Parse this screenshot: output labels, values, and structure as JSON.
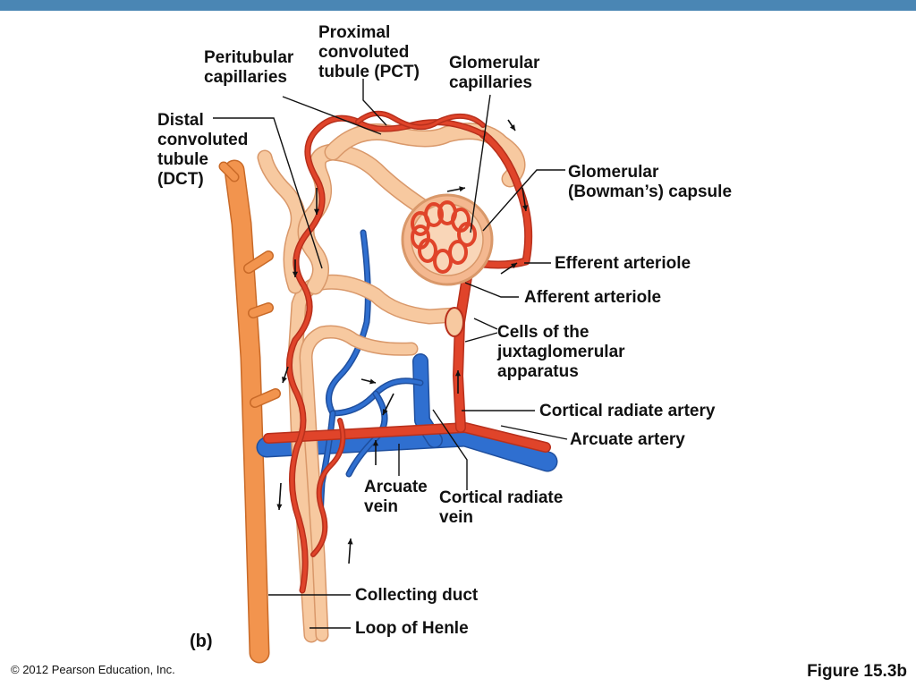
{
  "colors": {
    "header_bar": "#4a86b4",
    "artery": "#e0442a",
    "artery_dark": "#b8301c",
    "vein": "#2f6fd0",
    "vein_dark": "#1f4f9e",
    "tubule": "#f7c9a0",
    "tubule_edge": "#d9986a",
    "duct": "#f2944e",
    "duct_edge": "#c96a28",
    "capsule": "#f4b890",
    "leader": "#111111"
  },
  "labels": {
    "pct": [
      "Proximal",
      "convoluted",
      "tubule (PCT)"
    ],
    "peritubular": [
      "Peritubular",
      "capillaries"
    ],
    "glomerular_capillaries": [
      "Glomerular",
      "capillaries"
    ],
    "dct": [
      "Distal",
      "convoluted",
      "tubule",
      "(DCT)"
    ],
    "bowman": [
      "Glomerular",
      "(Bowman’s) capsule"
    ],
    "efferent": "Efferent arteriole",
    "afferent": "Afferent arteriole",
    "jga": [
      "Cells of the",
      "juxtaglomerular",
      "apparatus"
    ],
    "cortical_artery": "Cortical radiate artery",
    "arcuate_artery": "Arcuate artery",
    "arcuate_vein": [
      "Arcuate",
      "vein"
    ],
    "cortical_vein": [
      "Cortical radiate",
      "vein"
    ],
    "collecting_duct": "Collecting duct",
    "loop_henle": "Loop of Henle"
  },
  "panel_letter": "(b)",
  "copyright": "© 2012 Pearson Education, Inc.",
  "figure_number": "Figure 15.3b"
}
